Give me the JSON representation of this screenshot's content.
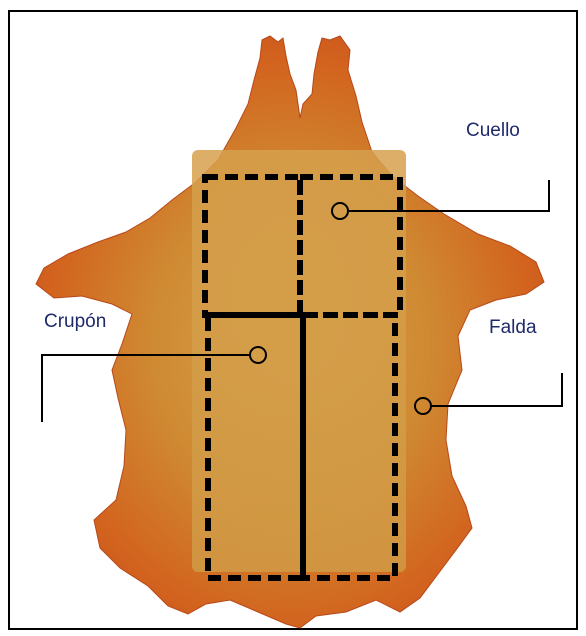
{
  "labels": {
    "cuello": "Cuello",
    "crupon": "Crupón",
    "falda": "Falda"
  },
  "colors": {
    "hide_edge": "#d2561c",
    "hide_mid": "#c8741f",
    "hide_center": "#d9a24a",
    "label_text": "#1f2a6b",
    "dashed_lines": "#000000"
  }
}
